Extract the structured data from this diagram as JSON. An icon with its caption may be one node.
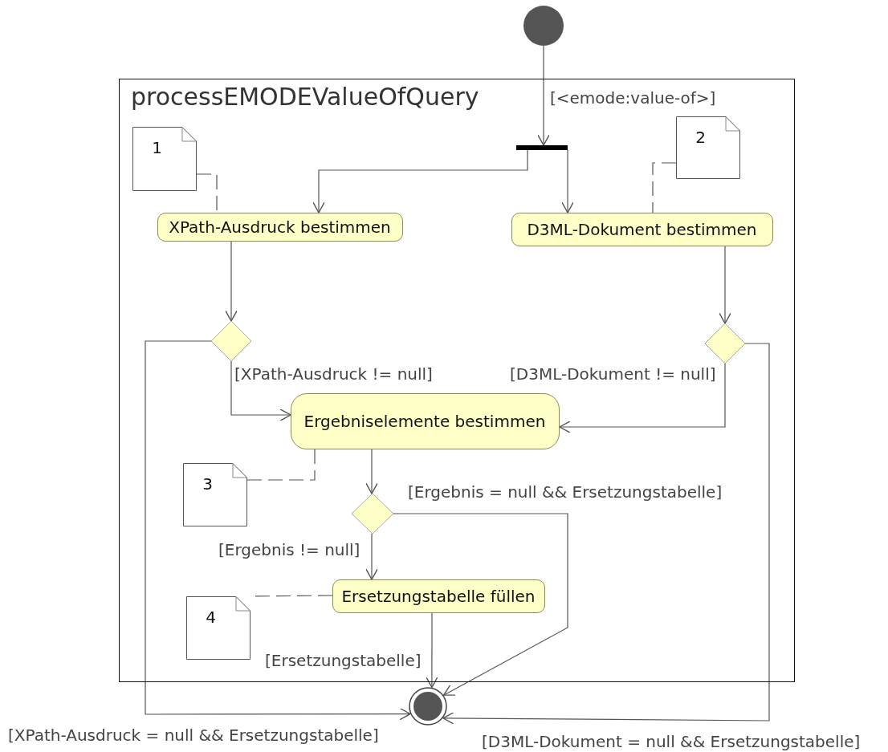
{
  "diagram": {
    "nodes": [
      {
        "text": [
          "processEMODEValueOfQuery"
        ]
      },
      {
        "text": [],
        "shape": "circle"
      },
      {
        "text": [],
        "shape": "bar",
        "in": 0
      },
      {
        "text": [
          "1"
        ],
        "in": 0
      },
      {
        "text": [
          "2"
        ],
        "in": 0
      },
      {
        "text": [
          "XPath-Ausdruck bestimmen"
        ],
        "in": 0
      },
      {
        "text": [
          "D3ML-Dokument bestimmen"
        ],
        "in": 0
      },
      {
        "text": [],
        "shape": "diamond",
        "in": 0
      },
      {
        "text": [],
        "shape": "diamond",
        "in": 0
      },
      {
        "text": [
          "Ergebniselemente bestimmen"
        ],
        "in": 0
      },
      {
        "text": [
          "3"
        ],
        "in": 0
      },
      {
        "text": [],
        "shape": "diamond",
        "in": 0
      },
      {
        "text": [
          "Ersetzungstabelle füllen"
        ],
        "in": 0
      },
      {
        "text": [
          "4"
        ],
        "in": 0
      },
      {
        "text": [],
        "shape": "circle"
      }
    ],
    "edges": [
      {
        "from": 1,
        "to": 2,
        "arrow": "to",
        "label": "[<emode:value-of>]"
      },
      {
        "from": 2,
        "to": 5,
        "arrow": "to"
      },
      {
        "from": 2,
        "to": 6,
        "arrow": "to"
      },
      {
        "from": 3,
        "to": 5,
        "arrow": "none",
        "style": "dashed"
      },
      {
        "from": 4,
        "to": 6,
        "arrow": "none",
        "style": "dashed"
      },
      {
        "from": 5,
        "to": 7,
        "arrow": "to"
      },
      {
        "from": 6,
        "to": 8,
        "arrow": "to"
      },
      {
        "from": 7,
        "to": 9,
        "arrow": "to",
        "label": "[XPath-Ausdruck != null]"
      },
      {
        "from": 8,
        "to": 9,
        "arrow": "to",
        "label": "[D3ML-Dokument != null]"
      },
      {
        "from": 7,
        "to": 14,
        "arrow": "to",
        "label": "[XPath-Ausdruck = null && Ersetzungstabelle]"
      },
      {
        "from": 8,
        "to": 14,
        "arrow": "to",
        "label": "[D3ML-Dokument = null && Ersetzungstabelle]"
      },
      {
        "from": 9,
        "to": 10,
        "arrow": "none",
        "style": "dashed"
      },
      {
        "from": 9,
        "to": 11,
        "arrow": "to"
      },
      {
        "from": 11,
        "to": 12,
        "arrow": "to",
        "label": "[Ergebnis != null]"
      },
      {
        "from": 11,
        "to": 14,
        "arrow": "to",
        "label": "[Ergebnis = null && Ersetzungstabelle]"
      },
      {
        "from": 12,
        "to": 13,
        "arrow": "none",
        "style": "dashed"
      },
      {
        "from": 12,
        "to": 14,
        "arrow": "to",
        "label": "[Ersetzungstabelle]"
      }
    ]
  }
}
